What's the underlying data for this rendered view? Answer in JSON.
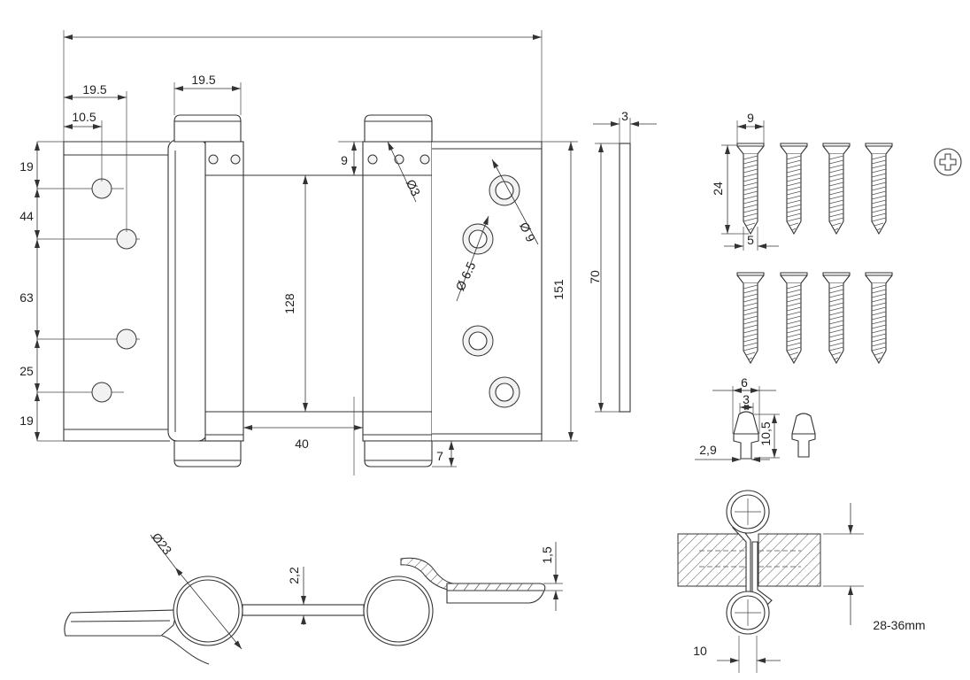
{
  "front_view": {
    "dim_hole_row_offset": "19.5",
    "dim_hole_edge_offset": "10.5",
    "dim_cap_width": "19.5",
    "dim_top_margin": "19",
    "dim_hole_spacing_upper": "44",
    "dim_hole_spacing_middle": "63",
    "dim_hole_spacing_lower": "25",
    "dim_bottom_margin": "19",
    "dim_small_hole_offset": "9",
    "dim_small_hole_diameter": "Ø3",
    "dim_spring_height": "128",
    "dim_leaf_gap": "40",
    "dim_cap_height": "7",
    "dim_countersink_diameter": "Ø 9",
    "dim_hole_diameter": "Ø 6.5",
    "dim_total_height": "151"
  },
  "side_view": {
    "dim_height": "70",
    "dim_thickness": "3"
  },
  "screws": {
    "dim_head": "9",
    "dim_length": "24",
    "dim_shank": "5",
    "drive_icon": "phillips-icon"
  },
  "plug": {
    "dim_width": "6",
    "dim_top": "3",
    "dim_height": "10,5",
    "dim_stem": "2,9"
  },
  "cross_section": {
    "dim_barrel_diameter": "Ø23",
    "dim_gap_thickness": "2,2",
    "dim_leaf_thickness": "1,5"
  },
  "door_section": {
    "dim_door_thickness": "28-36mm",
    "dim_gap": "10"
  }
}
